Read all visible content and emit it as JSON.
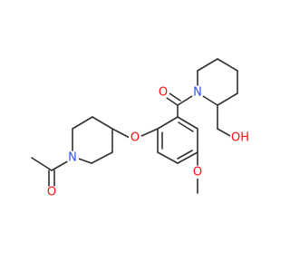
{
  "molecule": {
    "atoms": {
      "o_carbonyl_left": {
        "label": "O",
        "color": "#ff0d0d"
      },
      "n_piperidine_left": {
        "label": "N",
        "color": "#3050f8"
      },
      "o_ether": {
        "label": "O",
        "color": "#ff0d0d"
      },
      "o_carbonyl_top": {
        "label": "O",
        "color": "#ff0d0d"
      },
      "n_piperidine_right": {
        "label": "N",
        "color": "#3050f8"
      },
      "oh_group": {
        "label": "OH",
        "color": "#ff0d0d"
      },
      "o_methoxy": {
        "label": "O",
        "color": "#ff0d0d"
      }
    },
    "bond_color": "#303030"
  }
}
